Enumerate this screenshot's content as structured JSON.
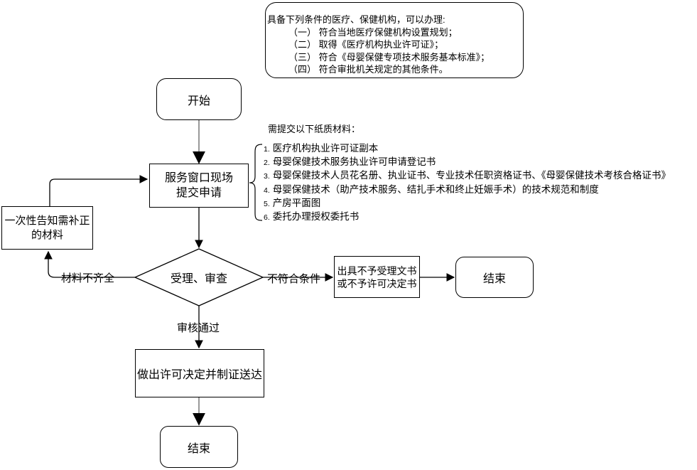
{
  "diagram": {
    "background": "#ffffff",
    "stroke_color": "#000000",
    "connector_gray": "#999999",
    "note": {
      "lines": [
        "具备下列条件的医疗、保健机构，可以办理:",
        "（一） 符合当地医疗保健机构设置规划；",
        "（二） 取得《医疗机构执业许可证》；",
        "（三） 符合《母婴保健专项技术服务基本标准》；",
        "（四） 符合审批机关规定的其他条件。"
      ]
    },
    "materials": {
      "title": "需提交以下纸质材料：",
      "items": [
        {
          "n": "1.",
          "t": "医疗机构执业许可证副本"
        },
        {
          "n": "2.",
          "t": "母婴保健技术服务执业许可申请登记书"
        },
        {
          "n": "3.",
          "t": "母婴保健技术人员花名册、执业证书、专业技术任职资格证书、《母婴保健技术考核合格证书》"
        },
        {
          "n": "4.",
          "t": "母婴保健技术（助产技术服务、结扎手术和终止妊娠手术）的技术规范和制度"
        },
        {
          "n": "5.",
          "t": "产房平面图"
        },
        {
          "n": "6.",
          "t": "委托办理授权委托书"
        }
      ]
    },
    "nodes": {
      "start": {
        "label": "开始"
      },
      "submit": {
        "line1": "服务窗口现场",
        "line2": "提交申请"
      },
      "notify": {
        "line1": "一次性告知需补正",
        "line2": "的材料"
      },
      "review": {
        "label": "受理、审查"
      },
      "reject": {
        "line1": "出具不予受理文书",
        "line2": "或不予许可决定书"
      },
      "end_right": {
        "label": "结束"
      },
      "decide": {
        "label": "做出许可决定并制证送达"
      },
      "end_bottom": {
        "label": "结束"
      }
    },
    "edge_labels": {
      "materials_incomplete": "材料不齐全",
      "conditions_not_met": "不符合条件",
      "review_passed": "审核通过"
    }
  }
}
